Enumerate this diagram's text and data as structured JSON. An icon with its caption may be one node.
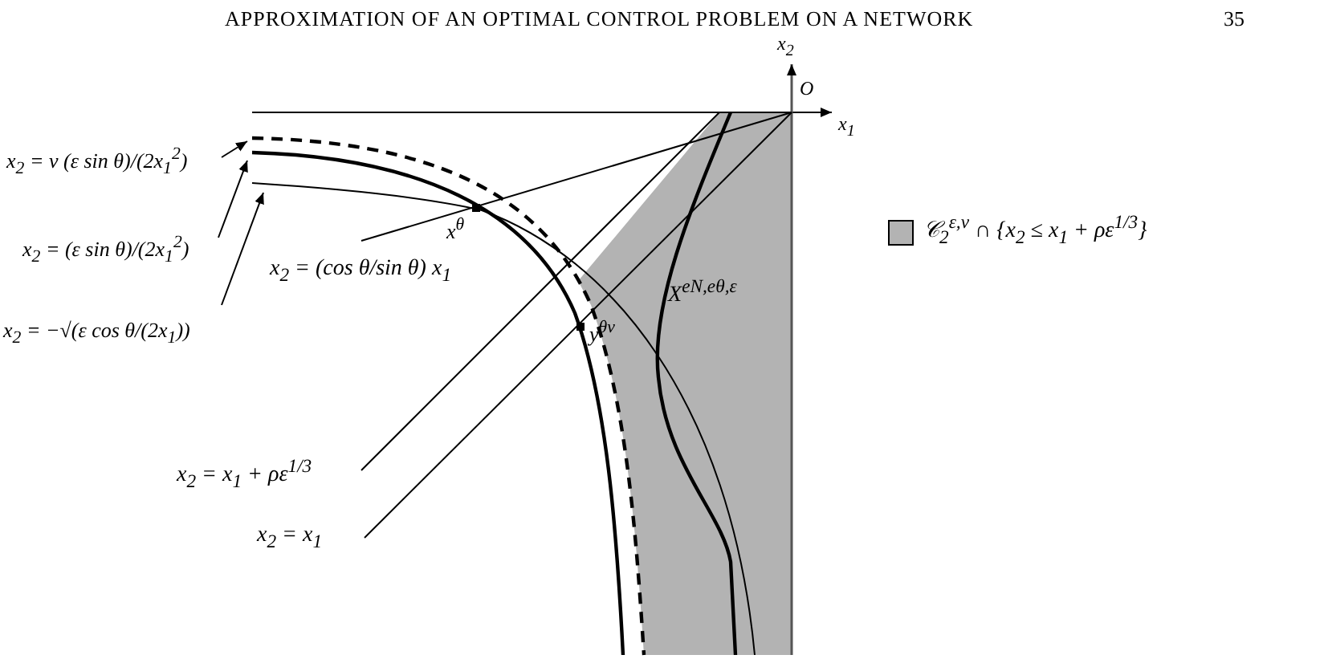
{
  "diagram": {
    "nodes": [
      {
        "text": [
          "x$_{2}$ = ν (ε sin θ)/(2x$_{1}$$^{2}$)"
        ]
      },
      {
        "text": [
          "x$_{2}$ = (ε sin θ)/(2x$_{1}$$^{2}$)"
        ]
      },
      {
        "text": [
          "x$_{2}$ = −√(ε cos θ/(2x$_{1}$))"
        ]
      }
    ],
    "edges": [
      {
        "from": 0,
        "to": null,
        "arrow": "to"
      },
      {
        "from": 1,
        "to": null,
        "arrow": "to"
      },
      {
        "from": 2,
        "to": null,
        "arrow": "to"
      }
    ],
    "labels": [
      "APPROXIMATION OF AN OPTIMAL CONTROL PROBLEM ON A NETWORK",
      "35",
      "x$_{2}$",
      "O",
      "x$_{1}$",
      "x$^{θ}$",
      "x$_{2}$ = (cos θ/sin θ) x$_{1}$",
      "y$^{θν}$",
      "X$^{eN,eθ,ε}$",
      "x$_{2}$ = x$_{1}$ + ρε$^{1/3}$",
      "x$_{2}$ = x$_{1}$"
    ],
    "legend": [
      {
        "text": "𝒞$_{2}$$^{ε,ν}$ ∩ {x$_{2}$ ≤ x$_{1}$ + ρε$^{1/3}$}",
        "color": "#b3b3b3"
      }
    ]
  }
}
